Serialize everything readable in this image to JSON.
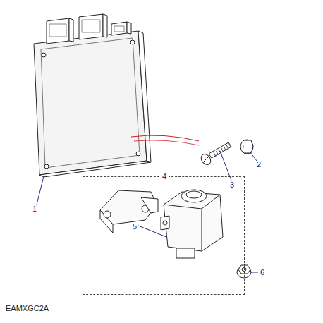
{
  "diagram": {
    "nodes": [
      {
        "text": [
          "4"
        ]
      }
    ],
    "labels": [
      "1",
      "2",
      "3",
      "5",
      "6",
      "EAMXGC2A"
    ]
  }
}
